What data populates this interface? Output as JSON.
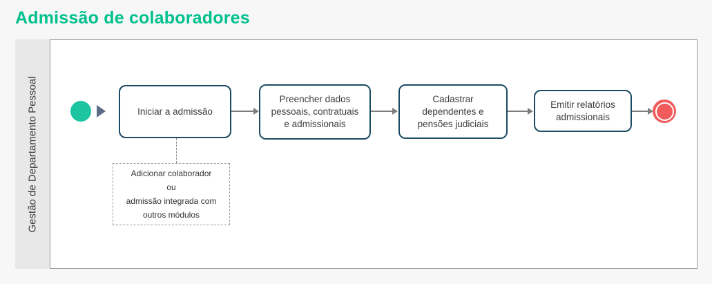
{
  "page": {
    "title": "Admissão de colaboradores"
  },
  "lane": {
    "label": "Gestão de Departamento Pessoal"
  },
  "diagram": {
    "start_event": {
      "type": "start",
      "color": "#1cc4a0"
    },
    "end_event": {
      "type": "end",
      "color": "#f15b5b"
    },
    "tasks": [
      {
        "label": "Iniciar a admissão"
      },
      {
        "label": "Preencher dados pessoais, contratuais e admissionais"
      },
      {
        "label": "Cadastrar dependentes e pensões judiciais"
      },
      {
        "label": "Emitir relatórios admissionais"
      }
    ],
    "annotation": {
      "lines": [
        "Adicionar colaborador",
        "ou",
        "admissão integrada com",
        "outros módulos"
      ]
    },
    "colors": {
      "title_green": "#00c08e",
      "task_border": "#1b4a63",
      "arrow_gray": "#7d7d7d",
      "start_arrowhead": "#5b6d84",
      "lane_header_bg": "#e8e8e8",
      "canvas_border": "#999999",
      "page_bg": "#f7f7f7"
    }
  }
}
